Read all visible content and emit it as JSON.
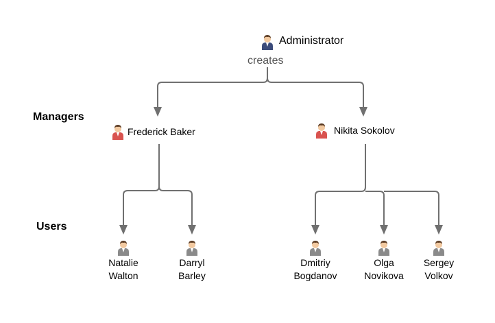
{
  "colors": {
    "line": "#707070",
    "admin_suit": "#3b4b7a",
    "manager_suit": "#d9534f",
    "user_suit": "#8a8a8a",
    "skin": "#f2c9a0",
    "hair": "#5a3a22",
    "shirt": "#ffffff"
  },
  "admin": {
    "name": "Administrator",
    "icon": "admin-person-icon"
  },
  "relation": {
    "verb": "creates"
  },
  "sections": {
    "managers_label": "Managers",
    "users_label": "Users"
  },
  "managers": [
    {
      "name": "Frederick Baker",
      "icon": "manager-person-icon"
    },
    {
      "name": "Nikita Sokolov",
      "icon": "manager-person-icon"
    }
  ],
  "users": [
    {
      "first": "Natalie",
      "last": "Walton",
      "icon": "user-person-icon"
    },
    {
      "first": "Darryl",
      "last": "Barley",
      "icon": "user-person-icon"
    },
    {
      "first": "Dmitriy",
      "last": "Bogdanov",
      "icon": "user-person-icon"
    },
    {
      "first": "Olga",
      "last": "Novikova",
      "icon": "user-person-icon"
    },
    {
      "first": "Sergey",
      "last": "Volkov",
      "icon": "user-person-icon"
    }
  ]
}
